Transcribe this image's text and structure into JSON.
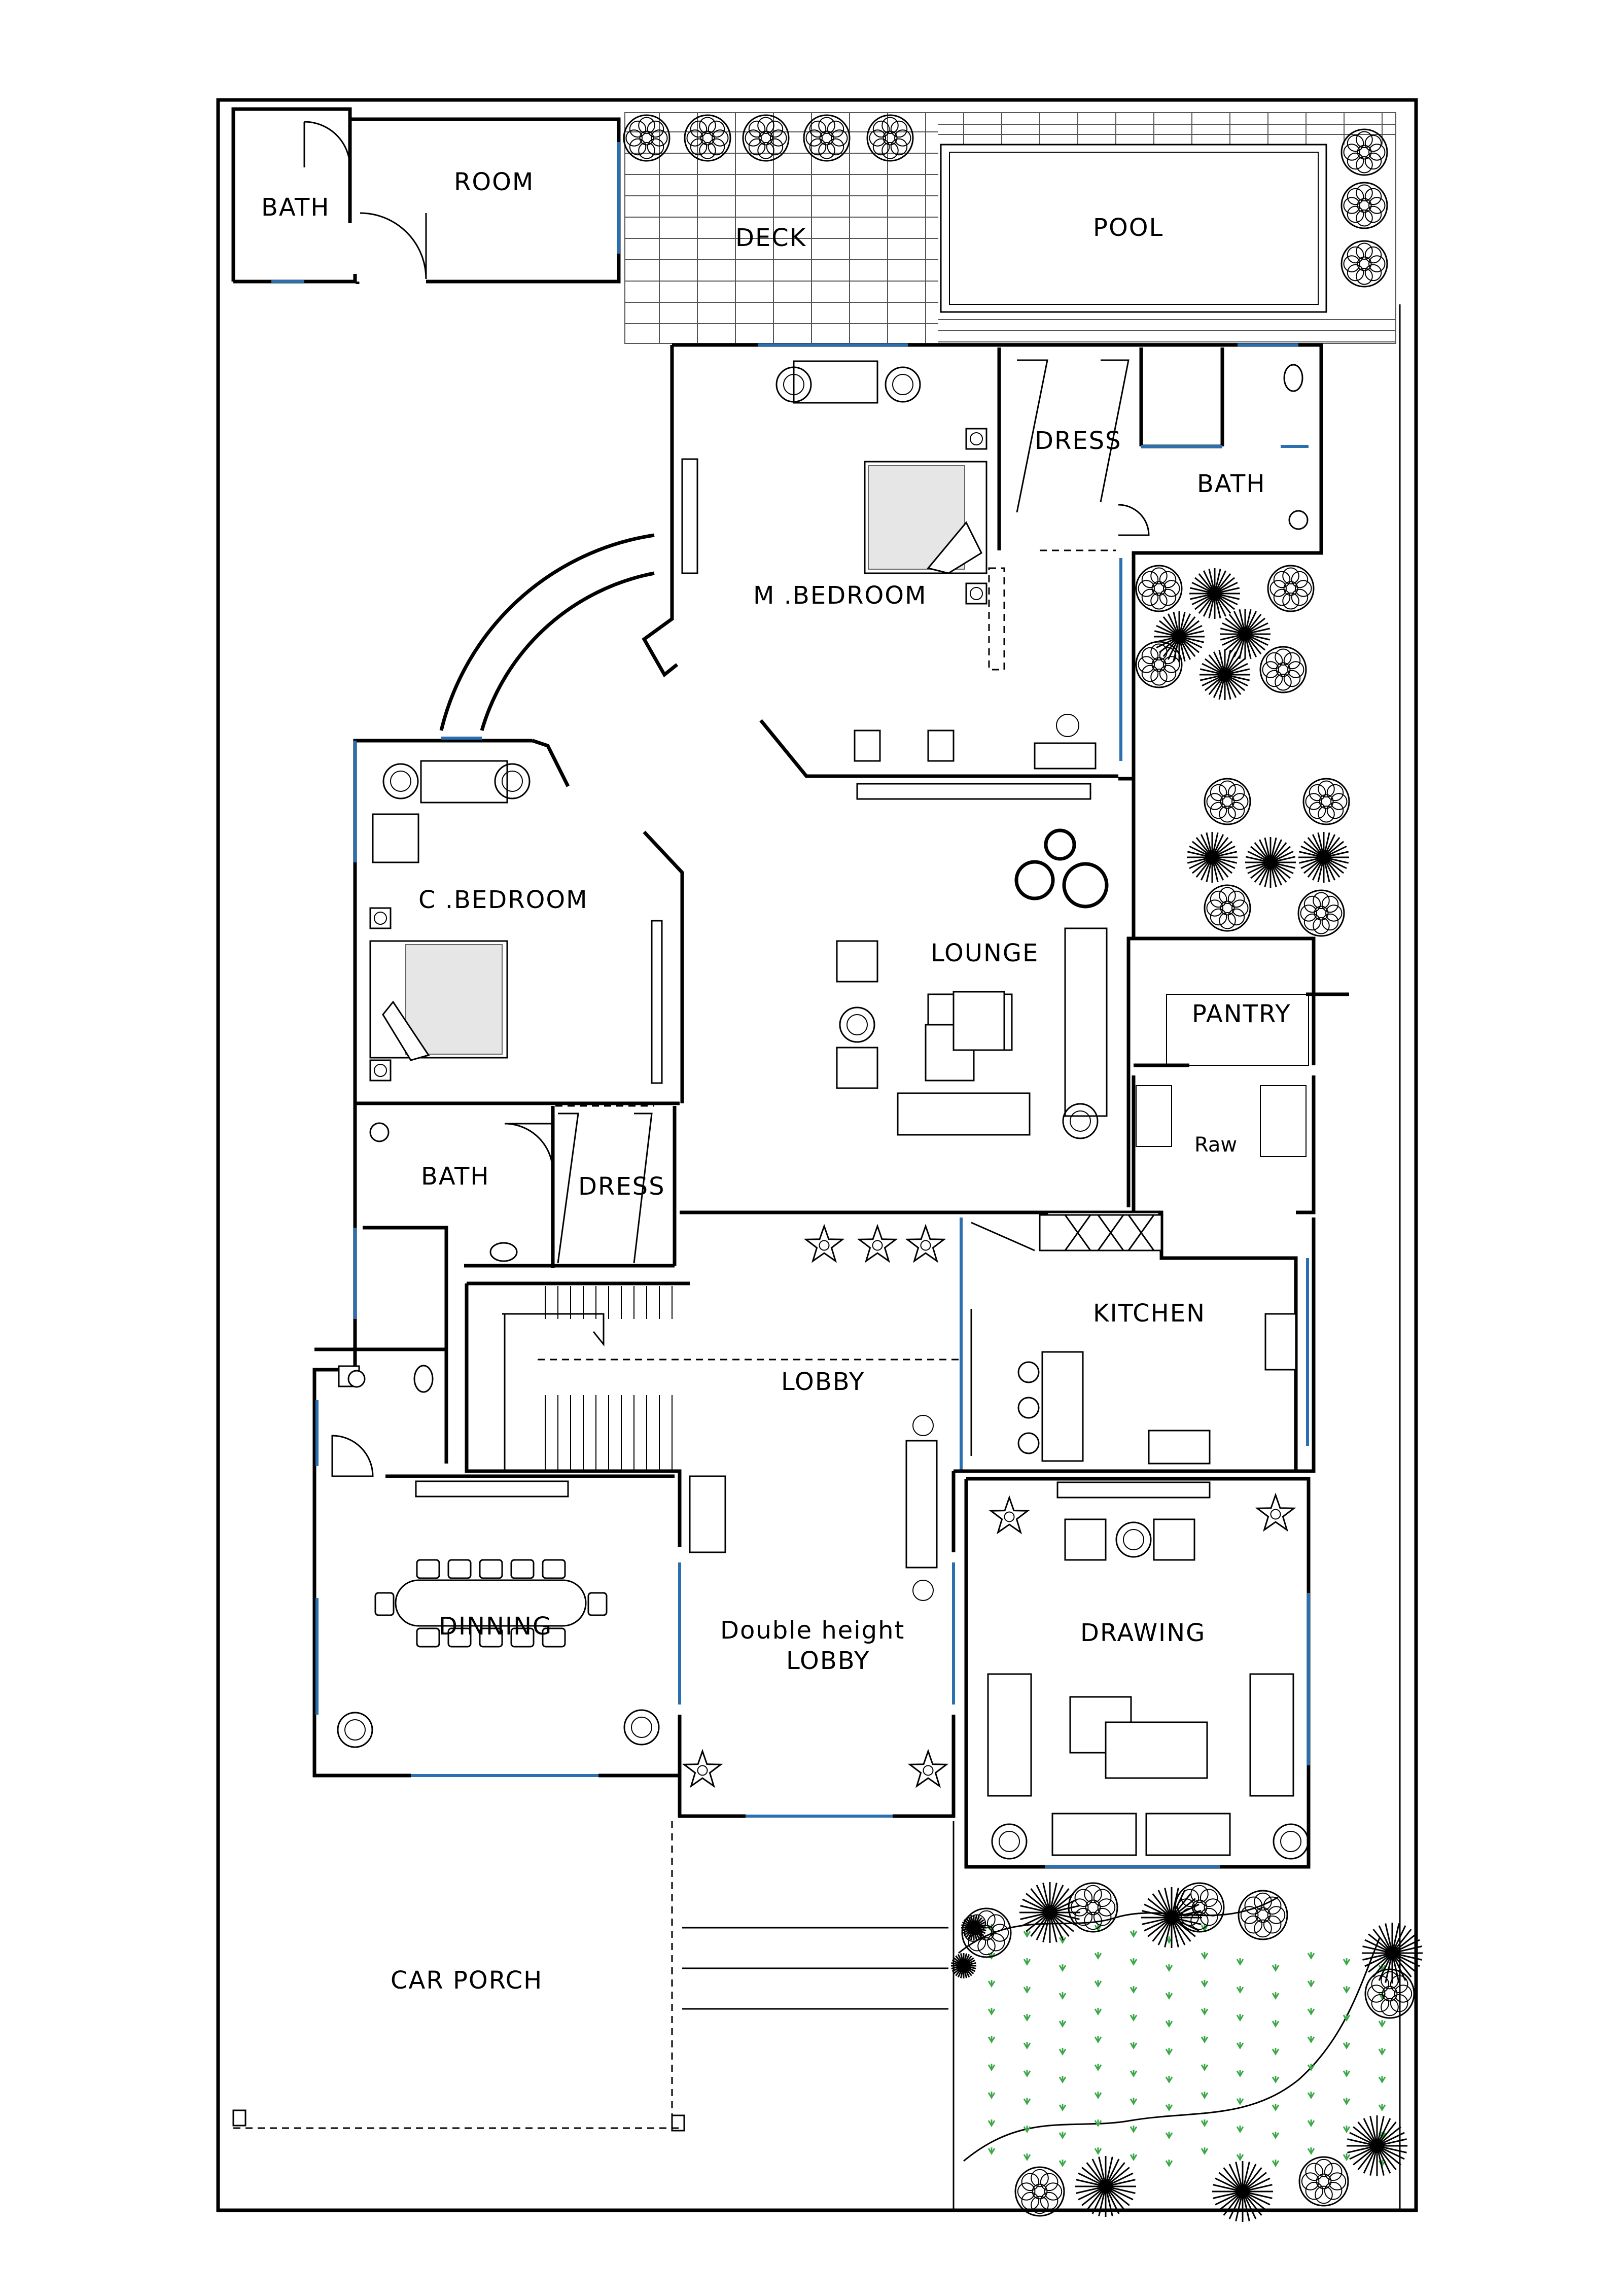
{
  "rooms": {
    "bath_top": "BATH",
    "room": "ROOM",
    "deck": "DECK",
    "pool": "POOL",
    "dress_master": "DRESS",
    "bath_master": "BATH",
    "master_bedroom": "M .BEDROOM",
    "child_bedroom": "C .BEDROOM",
    "lounge": "LOUNGE",
    "pantry": "PANTRY",
    "raw": "Raw",
    "bath_child": "BATH",
    "dress_child": "DRESS",
    "kitchen": "KITCHEN",
    "lobby": "LOBBY",
    "double_height_line1": "Double height",
    "double_height_line2": "LOBBY",
    "dinning": "DINNING",
    "drawing": "DRAWING",
    "car_porch": "CAR PORCH"
  },
  "colors": {
    "walls": "#000000",
    "windows": "#2a6fb0",
    "lawn": "#3aa847"
  }
}
